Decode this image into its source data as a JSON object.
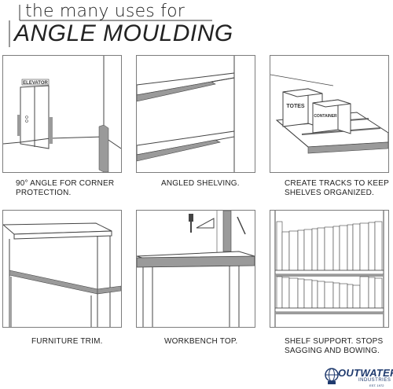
{
  "header": {
    "title_small": "the many uses for",
    "title_large": "ANGLE MOULDING"
  },
  "panels": [
    {
      "caption_line1": "90° ANGLE FOR CORNER",
      "caption_line2": "PROTECTION.",
      "sign": "ELEVATOR"
    },
    {
      "caption_line1": "ANGLED SHELVING.",
      "caption_line2": ""
    },
    {
      "caption_line1": "CREATE TRACKS TO KEEP",
      "caption_line2": "SHELVES ORGANIZED.",
      "box1": "TOTES",
      "box2": "CONTAINER"
    },
    {
      "caption_line1": "FURNITURE TRIM.",
      "caption_line2": ""
    },
    {
      "caption_line1": "WORKBENCH TOP.",
      "caption_line2": ""
    },
    {
      "caption_line1": "SHELF SUPPORT. STOPS",
      "caption_line2": "SAGGING AND BOWING."
    }
  ],
  "logo": {
    "name": "OUTWATER",
    "sub": "INDUSTRIES",
    "est": "EST. 1972"
  },
  "colors": {
    "line": "#4a4a4a",
    "moulding": "#9a9a9a",
    "panel_border": "#7d7d7d",
    "brand": "#1f3a6e"
  }
}
